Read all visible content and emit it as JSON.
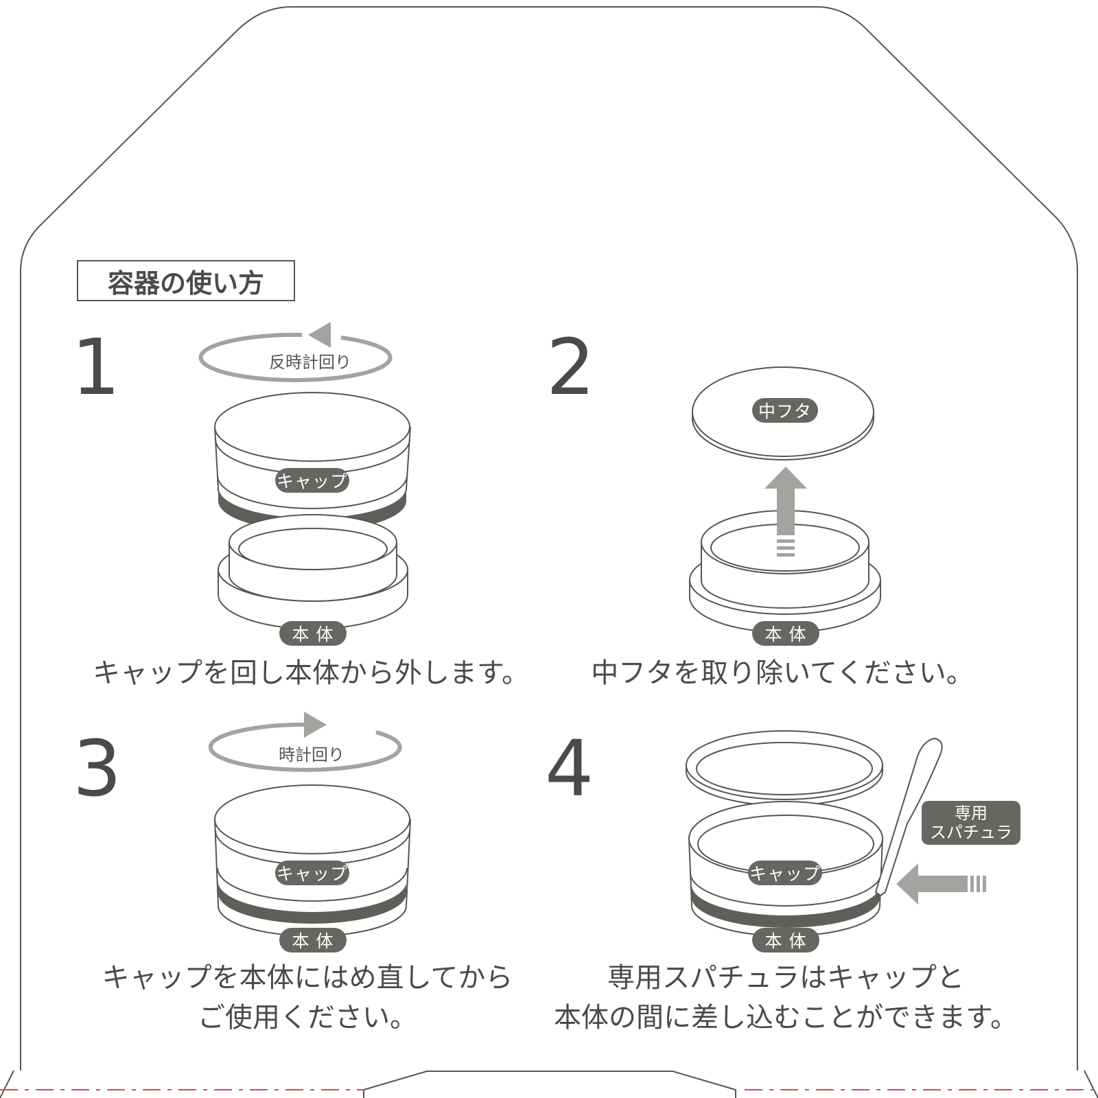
{
  "title": "容器の使い方",
  "steps": [
    {
      "number": "1",
      "rotation": "反時計回り",
      "cap_label": "キャップ",
      "body_label": "本 体",
      "caption": "キャップを回し本体から外します。"
    },
    {
      "number": "2",
      "lid_label": "中フタ",
      "body_label": "本 体",
      "caption": "中フタを取り除いてください。"
    },
    {
      "number": "3",
      "rotation": "時計回り",
      "cap_label": "キャップ",
      "body_label": "本 体",
      "caption_lines": [
        "キャップを本体にはめ直してから",
        "ご使用ください。"
      ]
    },
    {
      "number": "4",
      "spatula_lines": [
        "専用",
        "スパチュラ"
      ],
      "cap_label": "キャップ",
      "body_label": "本 体",
      "caption_lines": [
        "専用スパチュラはキャップと",
        "本体の間に差し込むことができます。"
      ]
    }
  ],
  "colors": {
    "line": "#555555",
    "dark_band": "#5f5f5a",
    "arrow": "#a3a3a0",
    "pill": "#676762",
    "cut_line": "#e04848"
  }
}
